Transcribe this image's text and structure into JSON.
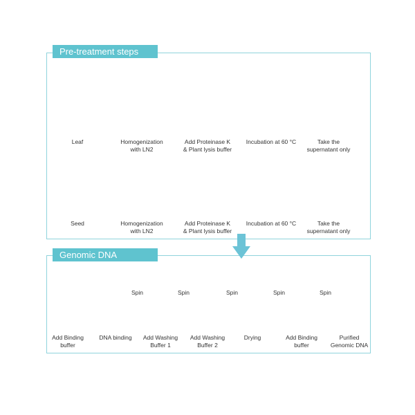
{
  "pretreatment": {
    "title": "Pre-treatment steps",
    "rows": [
      {
        "labels": [
          "Leaf",
          "Homogenization\nwith LN2",
          "Add Proteinase K\n& Plant lysis buffer",
          "Incubation at 60 °C",
          "Take the\nsupernatant only"
        ],
        "colors": {
          "lysate": "#1a9a2a",
          "pellet": "#0f6a1a",
          "supernatant": "#c9f0c9"
        }
      },
      {
        "labels": [
          "Seed",
          "Homogenization\nwith LN2",
          "Add Proteinase K\n& Plant lysis buffer",
          "Incubation at 60 °C",
          "Take the\nsupernatant only"
        ],
        "colors": {
          "lysate": "#f07a1a",
          "pellet": "#4a1e0a",
          "supernatant": "#f6c99a"
        }
      }
    ]
  },
  "extraction": {
    "title": "Genomic DNA Extraction",
    "steps": [
      "Add Binding\nbuffer",
      "DNA binding",
      "Add Washing\nBuffer 1",
      "Add Washing\nBuffer 2",
      "Drying",
      "Add Binding\nbuffer",
      "Purified\nGenomic DNA"
    ],
    "spin_label": "Spin"
  },
  "colors": {
    "accent": "#5fc3cf",
    "arrow": "#7cc6e3"
  }
}
